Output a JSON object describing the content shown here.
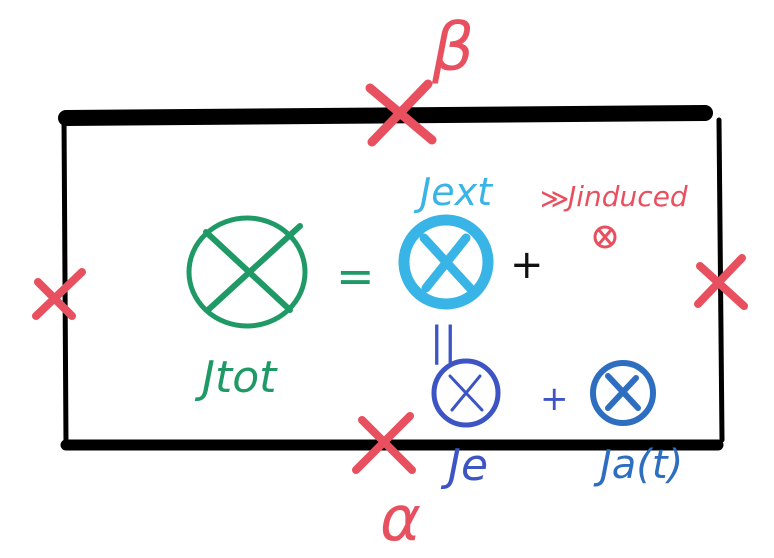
{
  "colors": {
    "background": "#ffffff",
    "frame": "#000000",
    "marker": "#e8505f",
    "total": "#1f9a66",
    "external": "#38b4e6",
    "electron": "#3d55c4",
    "alpha": "#2e6ec0",
    "plus_black": "#111111"
  },
  "symbols": {
    "total_label": "Jtot",
    "external_label": "Jext",
    "electron_label": "Je",
    "alpha_label": "Ja(t)",
    "induced_label": "Jinduced",
    "much_greater": "≫",
    "equals": "=",
    "plus": "+",
    "parallel_equals": "||",
    "beta": "β",
    "alpha_greek": "α"
  },
  "icons": [
    "cross-marker-icon",
    "circle-cross-icon"
  ]
}
